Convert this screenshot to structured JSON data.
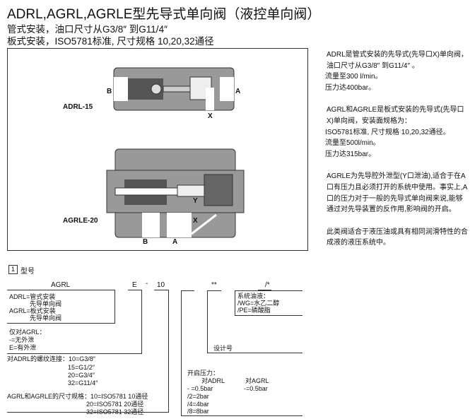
{
  "header": {
    "title": "ADRL,AGRL,AGRLE型先导式单向阀（液控单向阀）",
    "line1": "管式安装，油口尺寸从G3/8″ 到G11/4″",
    "line2": "板式安装，ISO5781标准, 尺寸规格 10,20,32通径"
  },
  "figure": {
    "top_label": "ADRL-15",
    "bottom_label": "AGRLE-20",
    "ports": {
      "b": "B",
      "a": "A",
      "x": "X",
      "y": "Y"
    }
  },
  "description": [
    "ADRL是管式安装的先导式(先导口X)单向阀，油口尺寸从G3/8″ 到G11/4″ 。",
    "流量至300 l/min。",
    "压力达400bar。",
    "AGRL和AGRLE是板式安装的先导式(先导口X)单向阀，安装面规格为：",
    "ISO5781标准, 尺寸规格 10,20,32通径。",
    "流量至500l/min。",
    "压力达315bar。",
    "AGRLE为先导腔外泄型(Y口泄油),适合于在A口有压力且必须打开的系统中使用。事实上,A口的压力对于一般的先导式单向阀来说,能够通过对先导装置的反作用,影响阀的开启。",
    "此类阀适合于液压油或具有相同润滑特性的合成液的液压系统中。"
  ],
  "section": {
    "number": "1",
    "title": "型号"
  },
  "code": {
    "parts": [
      "AGRL",
      "E",
      "-",
      "10",
      "**",
      "/*"
    ],
    "type": [
      "ADRL=管式安装",
      "先导单向阀",
      "AGRL=板式安装",
      "先导单向阀"
    ],
    "leak": [
      "仅对AGRL：",
      "-=无外泄",
      "E=有外泄"
    ],
    "thread": [
      "对ADRL的螺纹连接：10=G3/8″",
      "15=G1/2″",
      "20=G3/4″",
      "32=G11/4″"
    ],
    "size": [
      "AGRL和AGRLE的尺寸规格：10=ISO5781 10通径",
      "20=ISO5781 20通径",
      "32=ISO5781 32通径"
    ],
    "fluid": [
      "系统油液：",
      "/WG=水乙二醇",
      "/PE=磷酸脂"
    ],
    "design": "设计号",
    "crack": {
      "title": "开启压力：",
      "adrl_head": "对ADRL",
      "agrl_head": "对AGRL",
      "adrl": [
        "- =0.5bar",
        "/2=2bar",
        "/4=4bar",
        "/8=8bar"
      ],
      "agrl": "-=0.5bar"
    }
  }
}
